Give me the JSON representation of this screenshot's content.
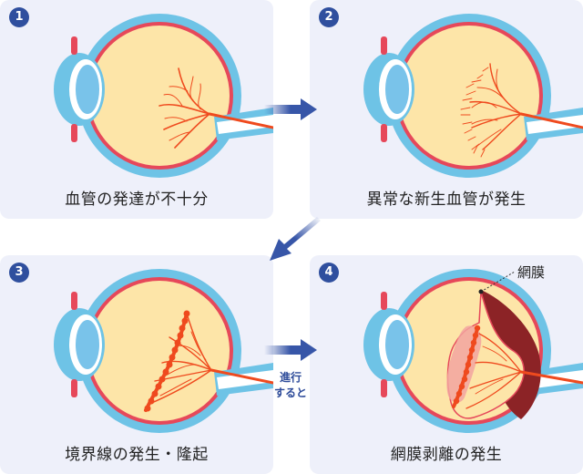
{
  "panels": [
    {
      "number": "1",
      "caption": "血管の発達が不十分"
    },
    {
      "number": "2",
      "caption": "異常な新生血管が発生"
    },
    {
      "number": "3",
      "caption": "境界線の発生・隆起"
    },
    {
      "number": "4",
      "caption": "網膜剥離の発生"
    }
  ],
  "annotations": {
    "retina_label": "網膜",
    "progress_note_line1": "進行",
    "progress_note_line2": "すると"
  },
  "colors": {
    "panel_bg": "#eef0fa",
    "badge": "#2f4f9e",
    "arrow": "#3756a8",
    "sclera": "#6ec3e6",
    "choroid": "#e6485a",
    "vitreous": "#fde5a8",
    "vessels": "#ef4a1e",
    "detached_retina": "#f2a4a0",
    "subretinal_fluid": "#8c2326"
  }
}
